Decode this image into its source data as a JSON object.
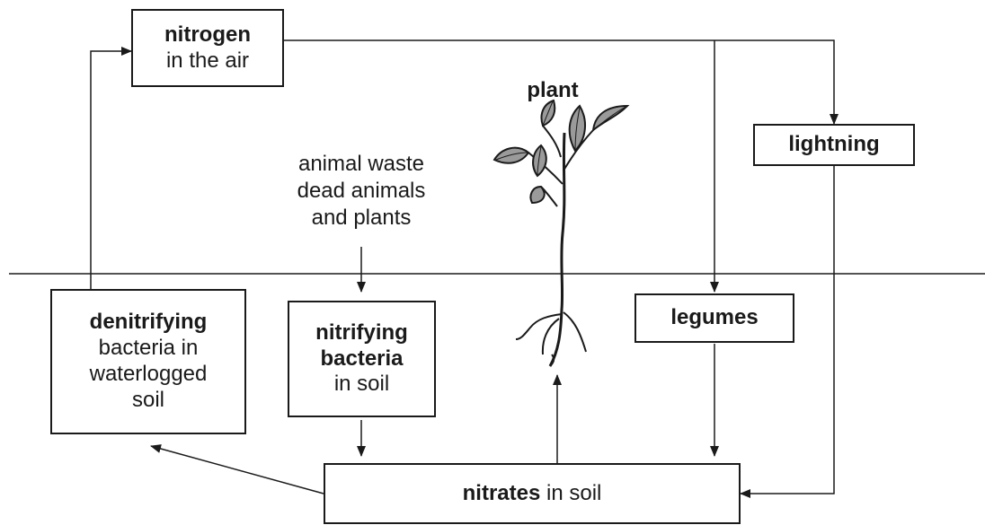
{
  "nitrogen_air": {
    "bold": "nitrogen",
    "text": "in the air"
  },
  "lightning": {
    "bold": "lightning"
  },
  "plant": {
    "label": "plant"
  },
  "animal_waste": {
    "line1": "animal waste",
    "line2": "dead animals",
    "line3": "and plants"
  },
  "denitrifying": {
    "bold": "denitrifying",
    "line1": "bacteria in",
    "line2": "waterlogged",
    "line3": "soil"
  },
  "nitrifying": {
    "bold1": "nitrifying",
    "bold2": "bacteria",
    "text": "in soil"
  },
  "legumes": {
    "bold": "legumes"
  },
  "nitrates": {
    "bold": "nitrates",
    "text": " in soil"
  }
}
